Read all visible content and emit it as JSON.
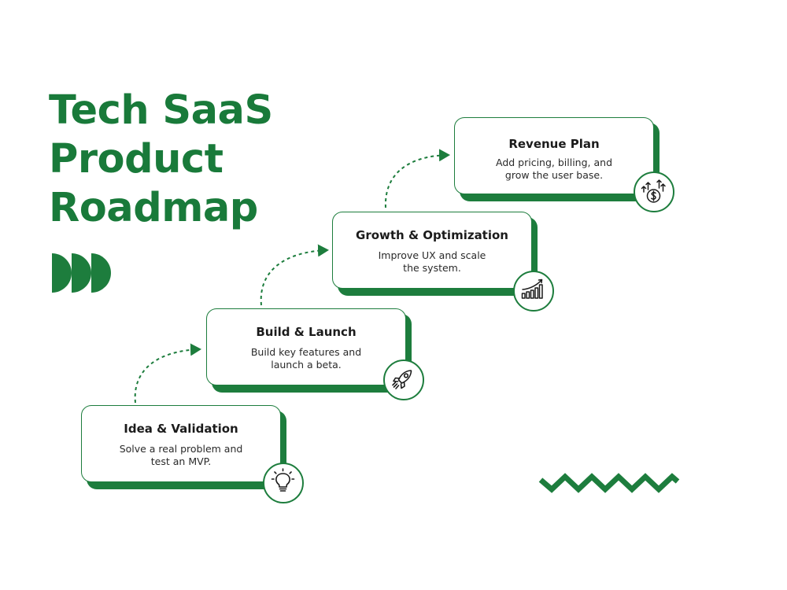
{
  "title": {
    "lines": [
      "Tech SaaS",
      "Product",
      "Roadmap"
    ]
  },
  "accent_color": "#1d7d3d",
  "title_color": "#197a3a",
  "steps": [
    {
      "title": "Idea & Validation",
      "desc_lines": [
        "Solve a real problem and",
        "test an MVP."
      ],
      "icon": "lightbulb-icon"
    },
    {
      "title": "Build & Launch",
      "desc_lines": [
        "Build key features and",
        "launch a beta."
      ],
      "icon": "rocket-icon"
    },
    {
      "title": "Growth & Optimization",
      "desc_lines": [
        "Improve UX and scale",
        "the system."
      ],
      "icon": "growth-chart-icon"
    },
    {
      "title": "Revenue Plan",
      "desc_lines": [
        "Add pricing, billing, and",
        "grow the user base."
      ],
      "icon": "revenue-dollar-icon"
    }
  ]
}
